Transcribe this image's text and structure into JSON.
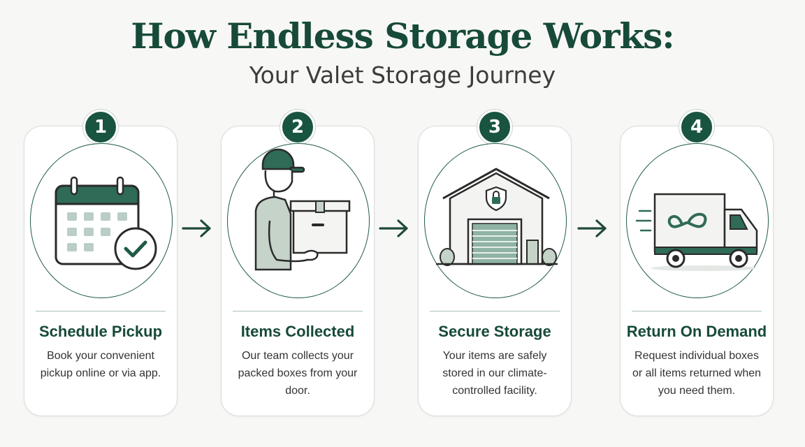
{
  "header": {
    "title": "How Endless Storage Works:",
    "subtitle": "Your Valet Storage Journey"
  },
  "steps": [
    {
      "number": "1",
      "title": "Schedule Pickup",
      "description": "Book your convenient pickup online or via app.",
      "icon": "calendar-check-icon"
    },
    {
      "number": "2",
      "title": "Items Collected",
      "description": "Our team collects your packed boxes from your door.",
      "icon": "mover-with-box-icon"
    },
    {
      "number": "3",
      "title": "Secure Storage",
      "description": "Your items are safely stored in our climate-controlled facility.",
      "icon": "secure-warehouse-icon"
    },
    {
      "number": "4",
      "title": "Return On Demand",
      "description": "Request individual boxes or all items returned when you need them.",
      "icon": "delivery-truck-icon"
    }
  ],
  "colors": {
    "brand_green": "#195440",
    "title_green": "#174a38",
    "light_green": "#c9d9d1",
    "background": "#f7f7f6"
  }
}
